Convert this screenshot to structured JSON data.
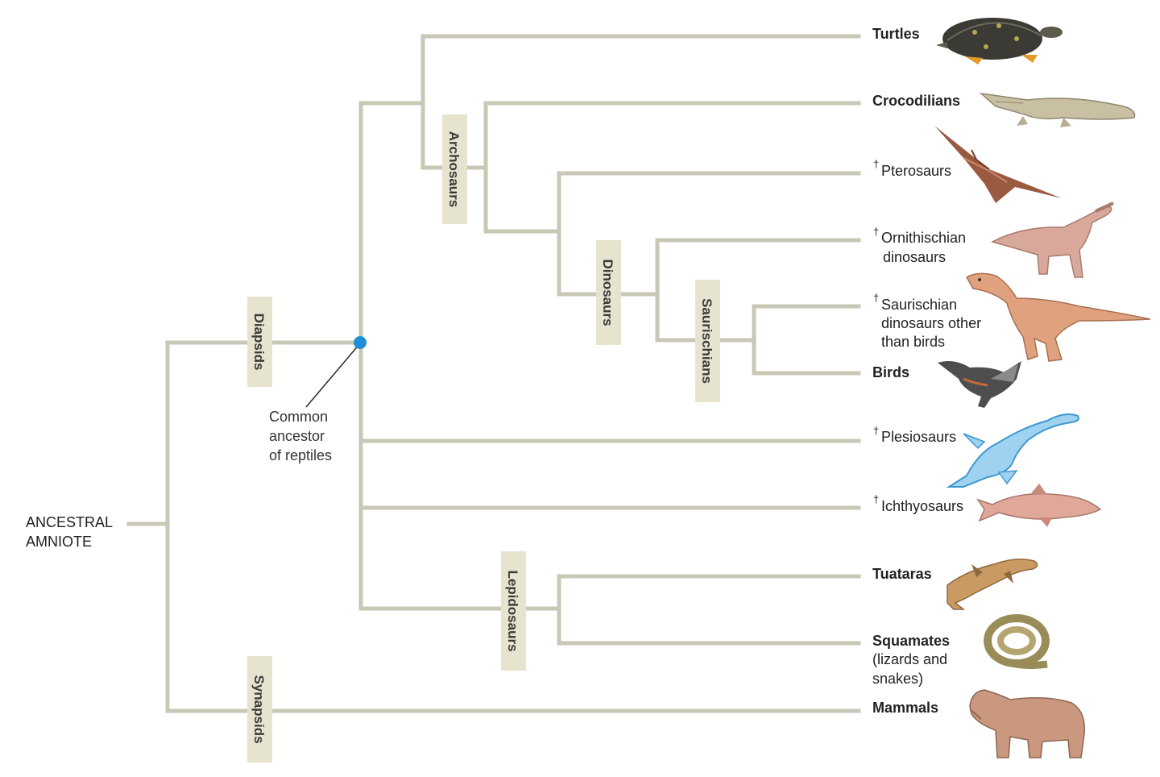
{
  "root": {
    "line1": "ANCESTRAL",
    "line2": "AMNIOTE"
  },
  "ancestor_note": {
    "line1": "Common",
    "line2": "ancestor",
    "line3": "of reptiles"
  },
  "clades": {
    "diapsids": "Diapsids",
    "synapsids": "Synapsids",
    "archosaurs": "Archosaurs",
    "dinosaurs": "Dinosaurs",
    "saurischians": "Saurischians",
    "lepidosaurs": "Lepidosaurs"
  },
  "taxa": {
    "turtles": "Turtles",
    "crocodilians": "Crocodilians",
    "pterosaurs": "Pterosaurs",
    "ornithischian_1": "Ornithischian",
    "ornithischian_2": "dinosaurs",
    "saurischian_1": "Saurischian",
    "saurischian_2": "dinosaurs other",
    "saurischian_3": "than birds",
    "birds": "Birds",
    "plesiosaurs": "Plesiosaurs",
    "ichthyosaurs": "Ichthyosaurs",
    "tuataras": "Tuataras",
    "squamates_1": "Squamates",
    "squamates_2": "(lizards and",
    "squamates_3": "snakes)",
    "mammals": "Mammals"
  },
  "extinct_marker": "†",
  "colors": {
    "branch": "#c9c7b5",
    "clade_label_bg": "#e6e3cf",
    "ancestor_node": "#1e90d6",
    "plesiosaur": "#7ec3ea"
  },
  "icons": [
    "turtle-icon",
    "crocodile-icon",
    "pterosaur-icon",
    "ornithischian-icon",
    "saurischian-icon",
    "bird-icon",
    "plesiosaur-icon",
    "ichthyosaur-icon",
    "tuatara-icon",
    "snake-icon",
    "hippo-icon"
  ]
}
